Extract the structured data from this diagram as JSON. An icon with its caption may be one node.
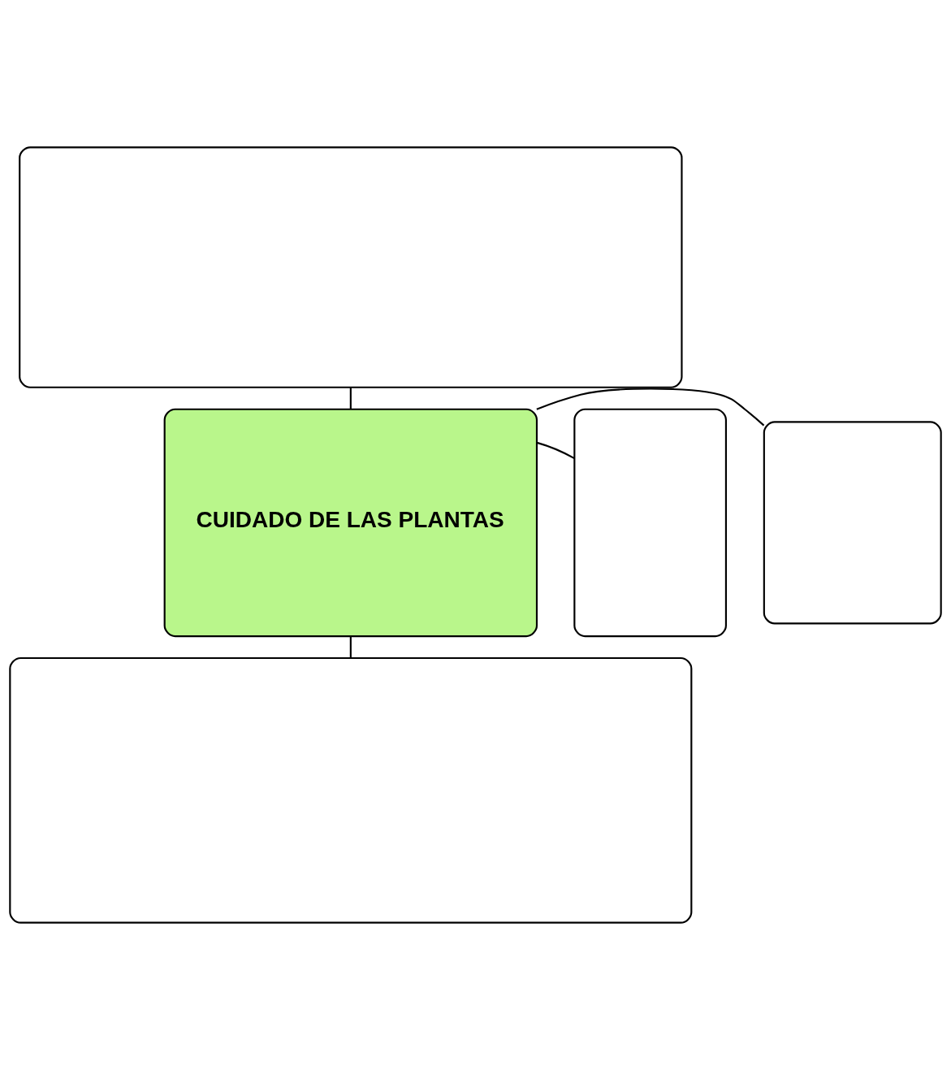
{
  "diagram": {
    "nodes": [
      {
        "text": [],
        "shape": "box"
      },
      {
        "text": [],
        "shape": "box"
      },
      {
        "text": [
          "CUIDADO DE LAS PLANTAS"
        ]
      },
      {
        "text": [],
        "shape": "box"
      },
      {
        "text": [],
        "shape": "box"
      }
    ],
    "edges": [
      {
        "from": 2,
        "to": 0,
        "arrow": "none"
      },
      {
        "from": 2,
        "to": 1,
        "arrow": "none"
      },
      {
        "from": 2,
        "to": 3,
        "arrow": "none"
      },
      {
        "from": 2,
        "to": 4,
        "arrow": "none"
      }
    ]
  }
}
